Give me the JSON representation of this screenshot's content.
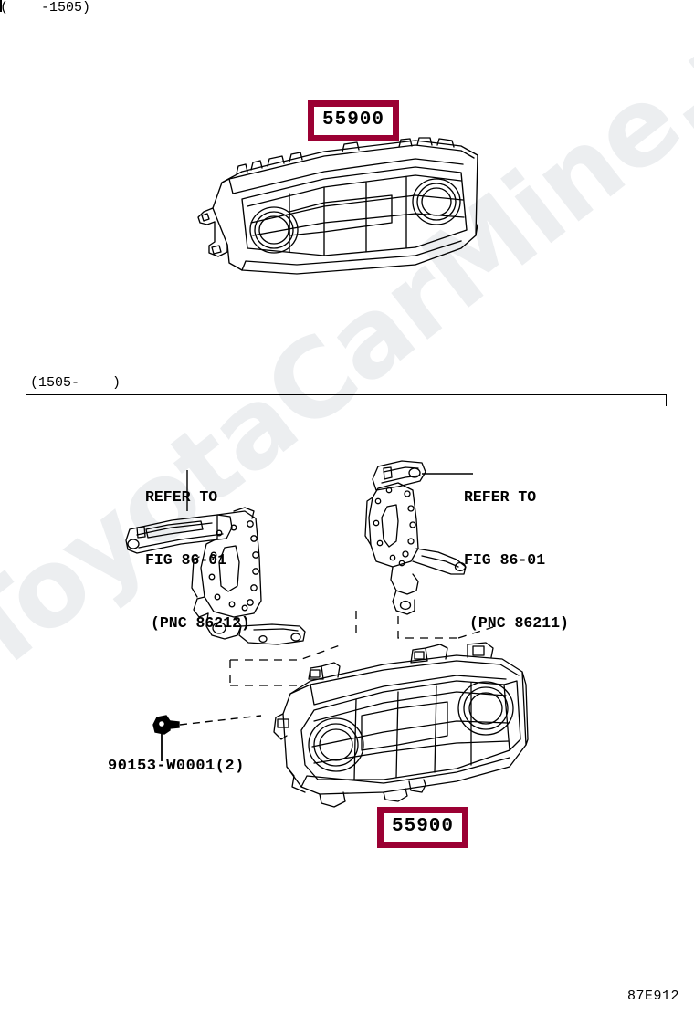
{
  "document": {
    "figure_code": "87E912",
    "watermark": "ToyotaCarMine.ru",
    "accent_color": "#9b0033",
    "line_color": "#000000"
  },
  "sections": [
    {
      "id": "top",
      "range_label": "(    -1505)",
      "callout": {
        "part_number": "55900",
        "name": "air-conditioner-control-panel"
      }
    },
    {
      "id": "bottom",
      "range_label": "(1505-    )",
      "callout": {
        "part_number": "55900",
        "name": "air-conditioner-control-panel"
      },
      "refer_blocks": [
        {
          "id": "left",
          "line1": "REFER TO",
          "line2": "FIG 86-01",
          "line3": "(PNC 86212)"
        },
        {
          "id": "right",
          "line1": "REFER TO",
          "line2": "FIG 86-01",
          "line3": "(PNC 86211)"
        }
      ],
      "fastener": {
        "part_number": "90153-W0001(2)"
      }
    }
  ]
}
